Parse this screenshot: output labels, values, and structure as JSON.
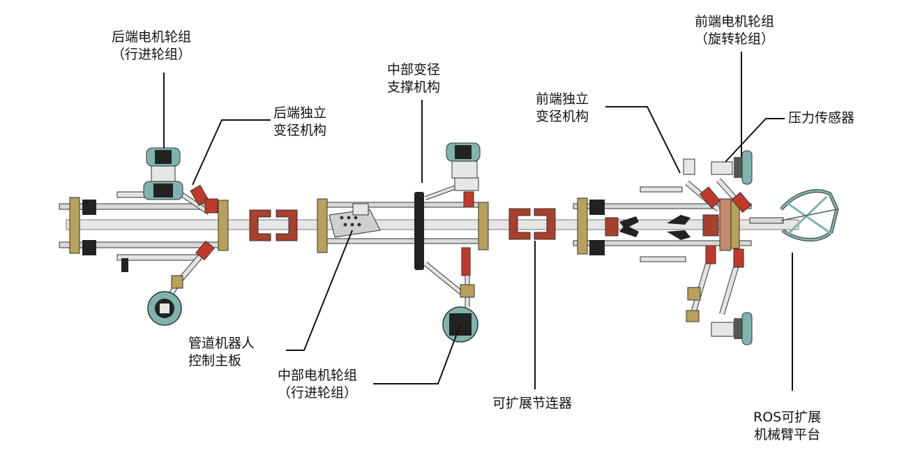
{
  "labels": {
    "rear_wheel": [
      "后端电机轮组",
      "（行进轮组）"
    ],
    "rear_reducer": [
      "后端独立",
      "变径机构"
    ],
    "mid_support": [
      "中部变径",
      "支撑机构"
    ],
    "front_reducer": [
      "前端独立",
      "变径机构"
    ],
    "front_wheel": [
      "前端电机轮组",
      "（旋转轮组）"
    ],
    "pressure_sensor": "压力传感器",
    "control_board": [
      "管道机器人",
      "控制主板"
    ],
    "mid_wheel": [
      "中部电机轮组",
      "（行进轮组）"
    ],
    "connector": "可扩展节连器",
    "arm_platform": [
      "ROS可扩展",
      "机械臂平台"
    ]
  },
  "colors": {
    "outline": "#1a1a1a",
    "gold": "#b8a15a",
    "rust": "#a8402c",
    "red": "#c0392b",
    "teal": "#7fb3ad",
    "gray": "#9a9a9a",
    "light": "#e3e3e3",
    "dark": "#222222",
    "white": "#ffffff"
  }
}
